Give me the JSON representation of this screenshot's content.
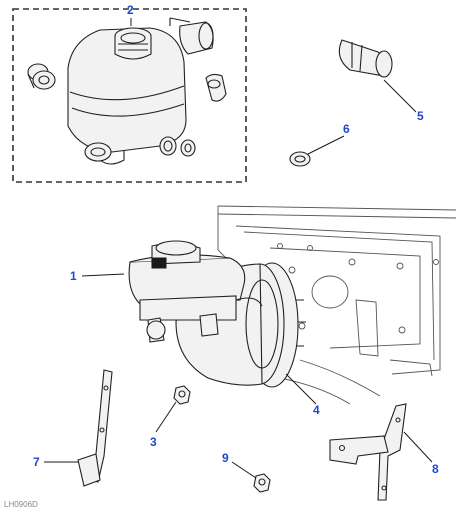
{
  "callouts": [
    {
      "id": "1",
      "label": "1"
    },
    {
      "id": "2",
      "label": "2"
    },
    {
      "id": "3",
      "label": "3"
    },
    {
      "id": "4",
      "label": "4"
    },
    {
      "id": "5",
      "label": "5"
    },
    {
      "id": "6",
      "label": "6"
    },
    {
      "id": "7",
      "label": "7"
    },
    {
      "id": "8",
      "label": "8"
    },
    {
      "id": "9",
      "label": "9"
    }
  ],
  "figure_code": "LH0906D",
  "colors": {
    "callout_text": "#2446c8",
    "line_art": "#222222",
    "kit_box_border": "#333333"
  }
}
